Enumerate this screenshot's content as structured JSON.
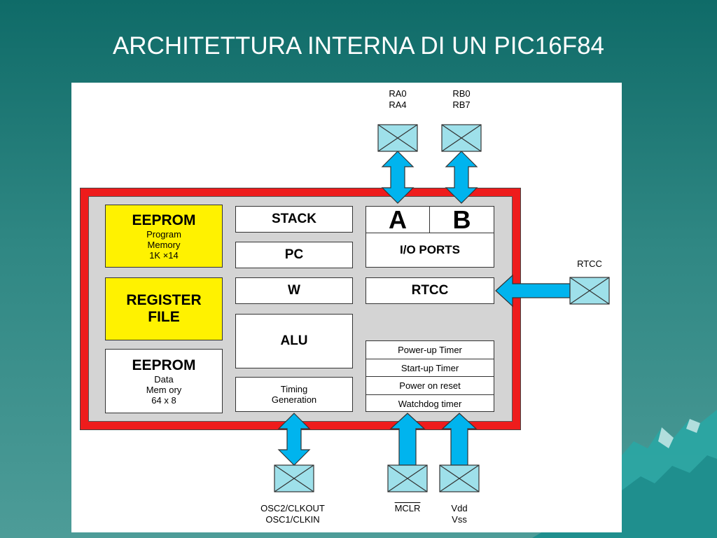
{
  "title": "ARCHITETTURA INTERNA DI UN PIC16F84",
  "blocks": {
    "eeprom_program": {
      "title": "EEPROM",
      "lines": [
        "Program",
        "Memory",
        "1K ×14"
      ]
    },
    "register_file": {
      "lines": [
        "REGISTER",
        "FILE"
      ]
    },
    "eeprom_data": {
      "title": "EEPROM",
      "lines": [
        "Data",
        "Mem ory",
        "64 x 8"
      ]
    },
    "stack": "STACK",
    "pc": "PC",
    "w": "W",
    "alu": "ALU",
    "timing": [
      "Timing",
      "Generation"
    ],
    "io_ports": {
      "a": "A",
      "b": "B",
      "label": "I/O PORTS"
    },
    "rtcc": "RTCC",
    "timers": [
      "Power-up Timer",
      "Start-up Timer",
      "Power on reset",
      "Watchdog timer"
    ]
  },
  "pins": {
    "ra": [
      "RA0",
      "RA4"
    ],
    "rb": [
      "RB0",
      "RB7"
    ],
    "rtcc": "RTCC",
    "osc": [
      "OSC2/CLKOUT",
      "OSC1/CLKIN"
    ],
    "mclr": "MCLR",
    "vdd": [
      "Vdd",
      "Vss"
    ]
  },
  "colors": {
    "chip_border": "#ee1c1c",
    "memory_fill": "#fff200",
    "arrow": "#00b4ee",
    "pin_fill": "#9ee0ea"
  }
}
